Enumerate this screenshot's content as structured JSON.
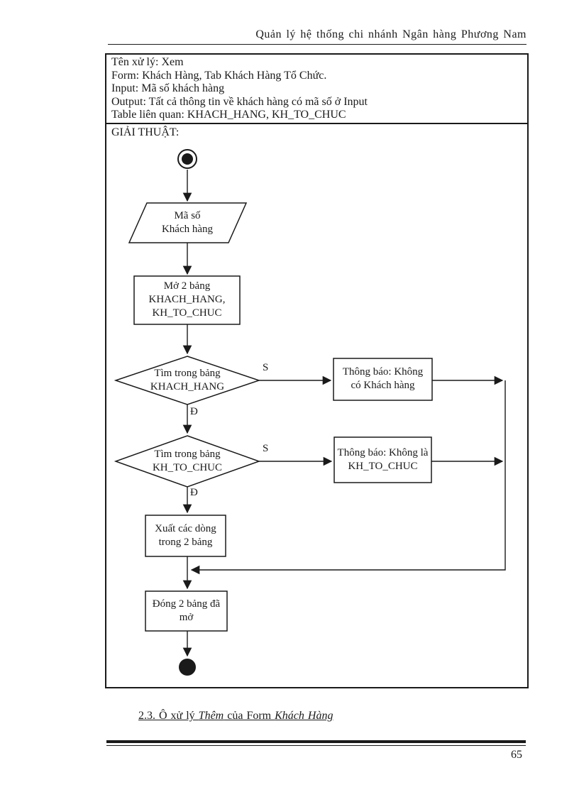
{
  "page": {
    "header": "Quản lý hệ thống chi nhánh Ngân hàng Phương Nam",
    "page_number": "65"
  },
  "spec": {
    "rows": [
      "Tên xử lý: Xem",
      "Form: Khách Hàng, Tab Khách Hàng Tổ Chức.",
      "Input: Mã số khách hàng",
      "Output: Tất cả thông tin về khách hàng có mã số ở Input",
      "Table liên quan: KHACH_HANG, KH_TO_CHUC"
    ],
    "section_label": "GIẢI THUẬT:"
  },
  "flow": {
    "input": [
      "Mã số",
      "Khách hàng"
    ],
    "open": [
      "Mở 2 bảng",
      "KHACH_HANG,",
      "KH_TO_CHUC"
    ],
    "find1": [
      "Tìm trong bảng",
      "KHACH_HANG"
    ],
    "msg1": [
      "Thông báo: Không",
      "có Khách hàng"
    ],
    "find2": [
      "Tìm trong bảng",
      "KH_TO_CHUC"
    ],
    "msg2": [
      "Thông báo: Không là",
      "KH_TO_CHUC"
    ],
    "output": [
      "Xuất các dòng",
      "trong 2 bảng"
    ],
    "close": [
      "Đóng 2 bảng đã",
      "mở"
    ],
    "yes_label": "S",
    "no_label": "Đ"
  },
  "caption": {
    "prefix": "2.3. Ô xử lý ",
    "italic1": "Thêm",
    "middle": " của Form ",
    "italic2": "Khách Hàng"
  },
  "colors": {
    "ink": "#1a1a1a",
    "paper": "#ffffff"
  }
}
